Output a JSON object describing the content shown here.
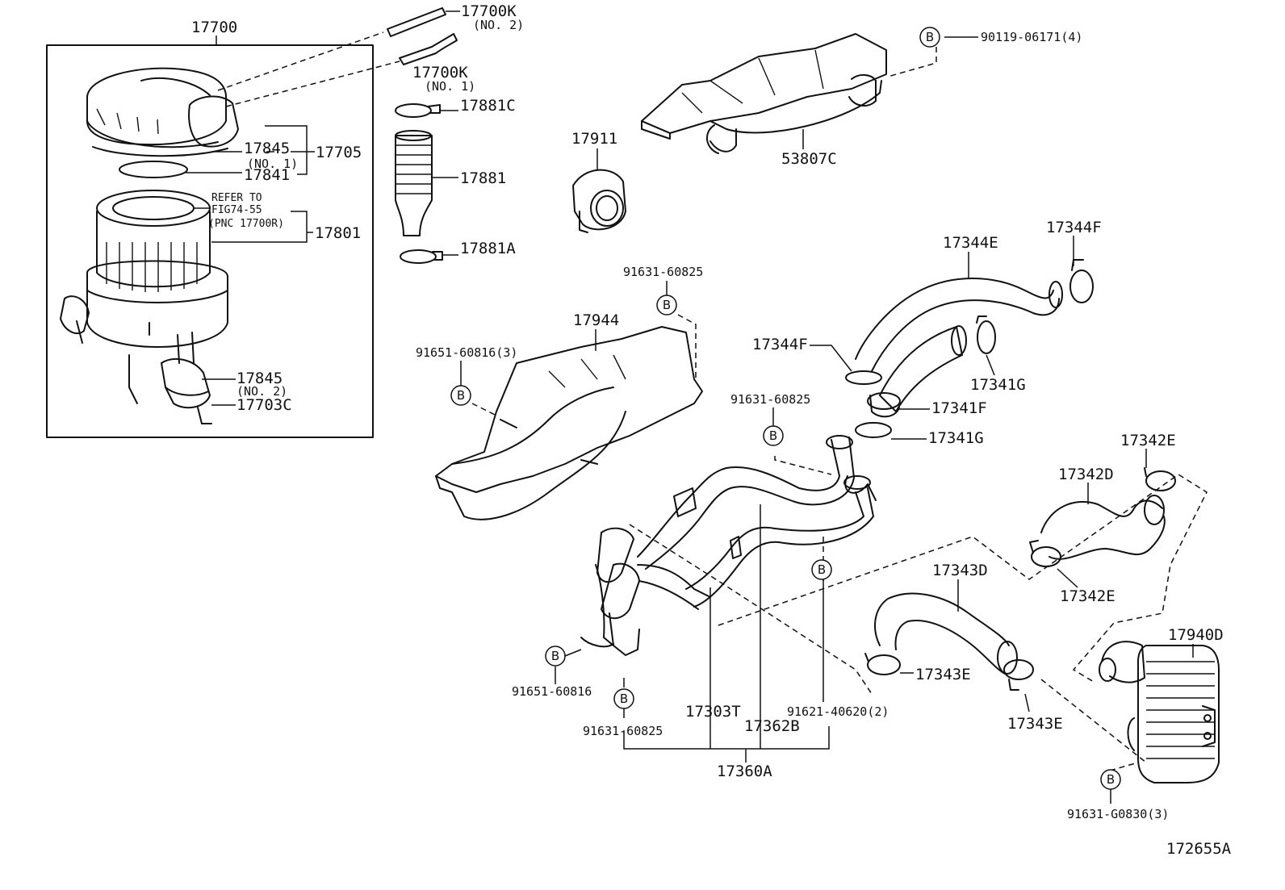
{
  "figure_id": "172655A",
  "refer_note": {
    "line1": "REFER TO",
    "line2": "FIG74-55",
    "line3": "(PNC 17700R)"
  },
  "parts": {
    "p17700": "17700",
    "p17700K_a": "17700K",
    "p17700K_a_sub": "(NO. 2)",
    "p17700K_b": "17700K",
    "p17700K_b_sub": "(NO. 1)",
    "p17881C": "17881C",
    "p17881": "17881",
    "p17881A": "17881A",
    "p17845_a": "17845",
    "p17845_a_sub": "(NO. 1)",
    "p17841": "17841",
    "p17705": "17705",
    "p17801": "17801",
    "p17845_b": "17845",
    "p17845_b_sub": "(NO. 2)",
    "p17703C": "17703C",
    "p17911": "17911",
    "p53807C": "53807C",
    "p90119": "90119-06171(4)",
    "p91631_a": "91631-60825",
    "p17944": "17944",
    "p91651_a": "91651-60816(3)",
    "p17344E": "17344E",
    "p17344F_a": "17344F",
    "p17344F_b": "17344F",
    "p17341G_a": "17341G",
    "p17341F": "17341F",
    "p17341G_b": "17341G",
    "p91631_b": "91631-60825",
    "p17342E_a": "17342E",
    "p17342D": "17342D",
    "p17342E_b": "17342E",
    "p17343D": "17343D",
    "p17343E_a": "17343E",
    "p17343E_b": "17343E",
    "p17940D": "17940D",
    "p91651_b": "91651-60816",
    "p91631_c": "91631-60825",
    "p17303T": "17303T",
    "p17362B": "17362B",
    "p91621": "91621-40620(2)",
    "p17360A": "17360A",
    "p91631_d": "91631-G0830(3)"
  },
  "bolt_marker": "B"
}
